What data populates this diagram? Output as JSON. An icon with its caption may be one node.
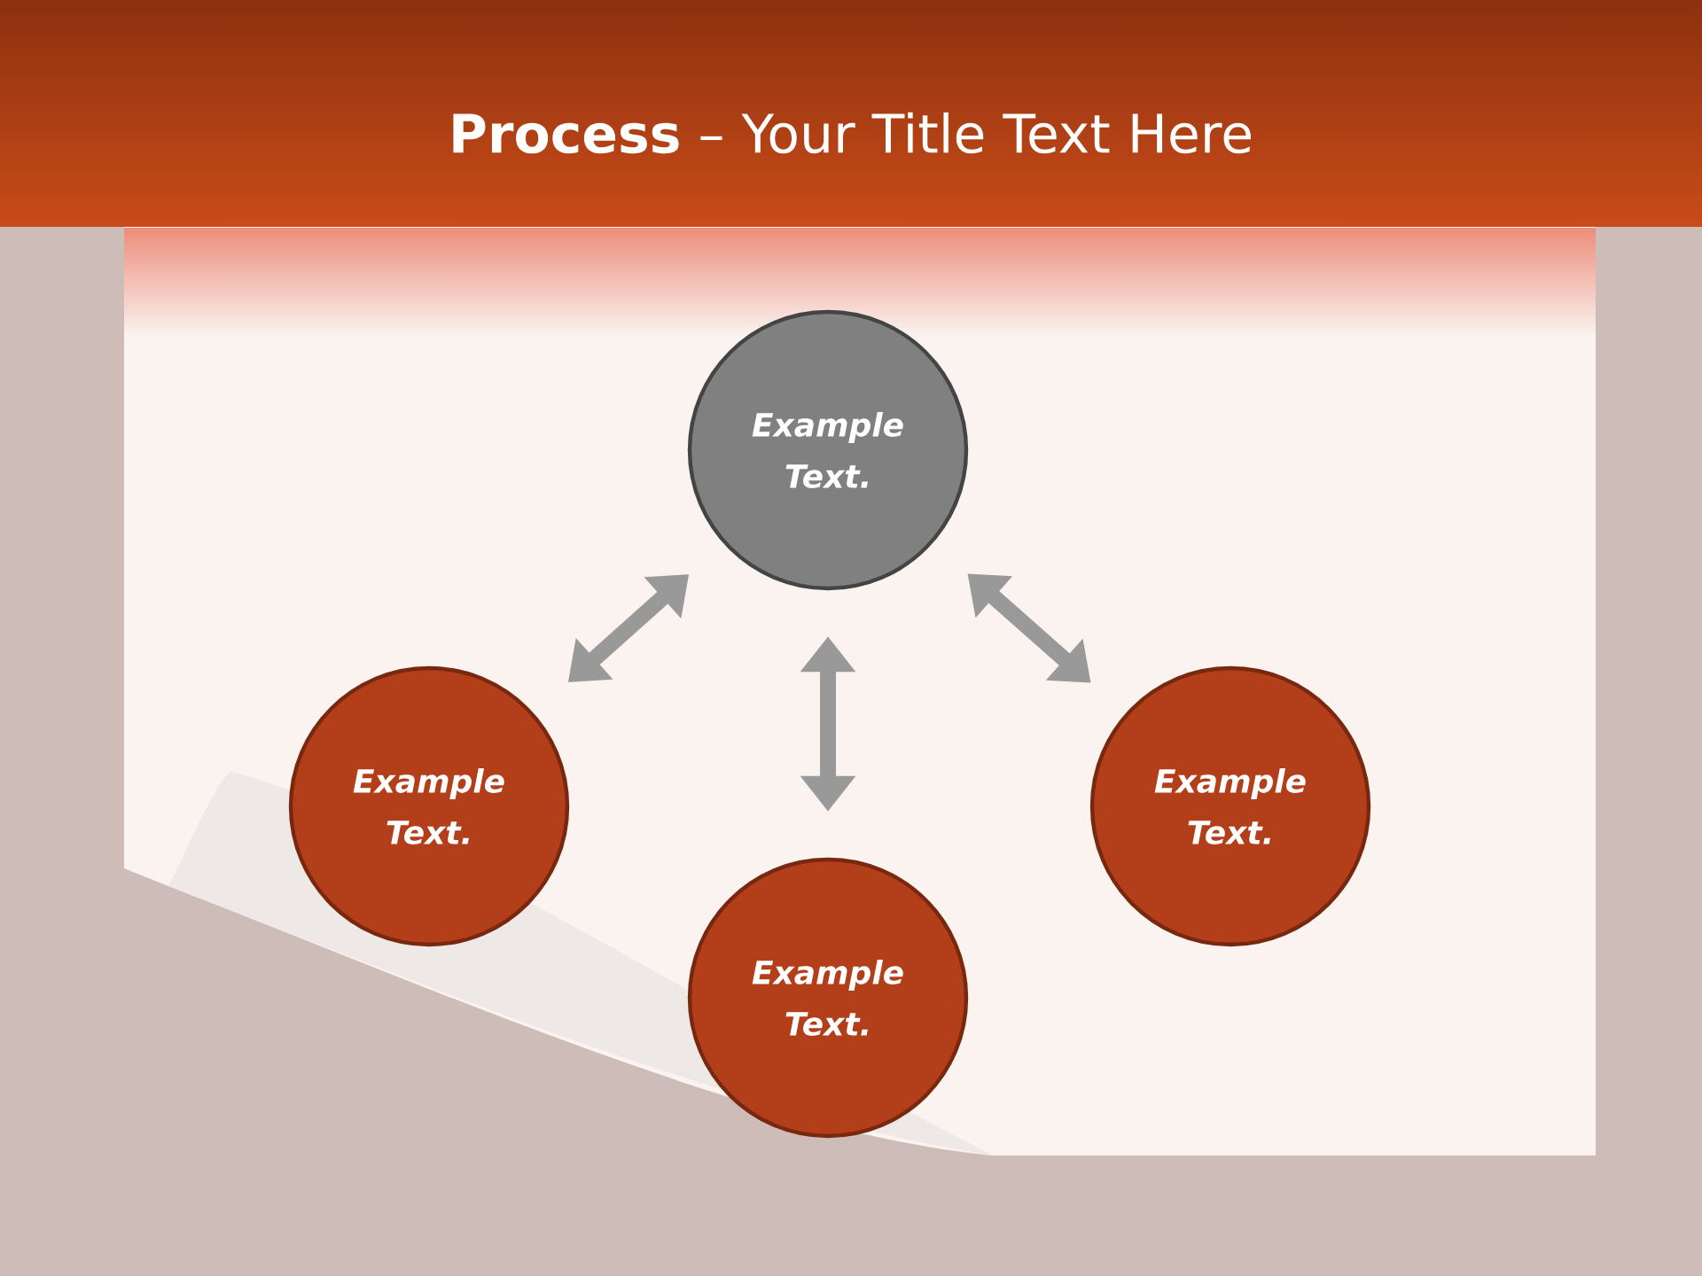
{
  "diagram": {
    "title": "**Process** – Your Title Text Here",
    "nodes": [
      {
        "text": [
          "Example Text."
        ]
      },
      {
        "text": [
          "Example Text."
        ]
      },
      {
        "text": [
          "Example Text."
        ]
      },
      {
        "text": [
          "Example Text."
        ]
      }
    ],
    "edges": [
      {
        "from": 1,
        "to": 0,
        "arrow": "both"
      },
      {
        "from": 2,
        "to": 0,
        "arrow": "both"
      },
      {
        "from": 0,
        "to": 3,
        "arrow": "both"
      }
    ]
  }
}
